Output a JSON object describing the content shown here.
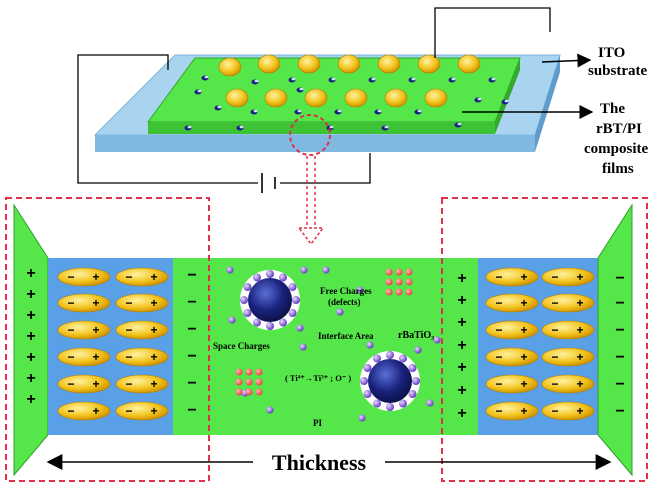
{
  "top_labels": {
    "ito_line1": "ITO",
    "ito_line2": "substrate",
    "film_line1": "The",
    "film_line2": "rBT/PI",
    "film_line3": "composite",
    "film_line4": "films"
  },
  "center_labels": {
    "free_charges_line1": "Free Charges",
    "free_charges_line2": "(defects)",
    "interface_area": "Interface Area",
    "rbatio3": "rBaTiO₃",
    "space_charges": "Space Charges",
    "ti_formula": "( Ti⁴⁺→Ti³⁺ ; O⁻ )",
    "pi": "PI"
  },
  "thickness_label": "Thickness",
  "signs": {
    "plus": "+",
    "minus": "−"
  },
  "colors": {
    "film_green": "#55e64a",
    "substrate_blue": "#a8d4f0",
    "particle_gold": "#f2c21a",
    "dashed_red": "#e0304a",
    "dipole_blue": "#5aa0e6",
    "ball_navy": "#1a237e",
    "electron_purple": "#6b3fd1",
    "charge_red": "#f04e4e"
  }
}
